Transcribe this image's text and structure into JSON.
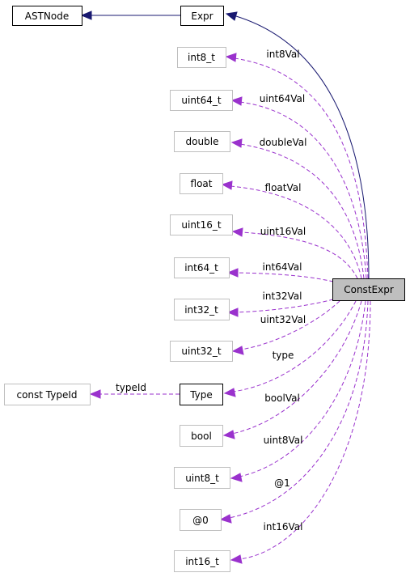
{
  "colors": {
    "member_edge": "#9a32cd",
    "inherit_edge": "#191970",
    "focus_fill": "#bfbfbf",
    "node_border_external": "#bfbfbf",
    "node_border_documented": "#000000"
  },
  "nodes": {
    "astnode": "ASTNode",
    "expr": "Expr",
    "constexpr": "ConstExpr",
    "int8_t": "int8_t",
    "uint64_t": "uint64_t",
    "double": "double",
    "float": "float",
    "uint16_t": "uint16_t",
    "int64_t": "int64_t",
    "int32_t": "int32_t",
    "uint32_t": "uint32_t",
    "const_typeid": "const TypeId",
    "type": "Type",
    "bool": "bool",
    "uint8_t": "uint8_t",
    "at0": "@0",
    "int16_t": "int16_t"
  },
  "edges": {
    "int8Val": "int8Val",
    "uint64Val": "uint64Val",
    "doubleVal": "doubleVal",
    "floatVal": "floatVal",
    "uint16Val": "uint16Val",
    "int64Val": "int64Val",
    "int32Val": "int32Val",
    "uint32Val": "uint32Val",
    "type": "type",
    "typeId": "typeId",
    "boolVal": "boolVal",
    "uint8Val": "uint8Val",
    "at1": "@1",
    "int16Val": "int16Val"
  }
}
